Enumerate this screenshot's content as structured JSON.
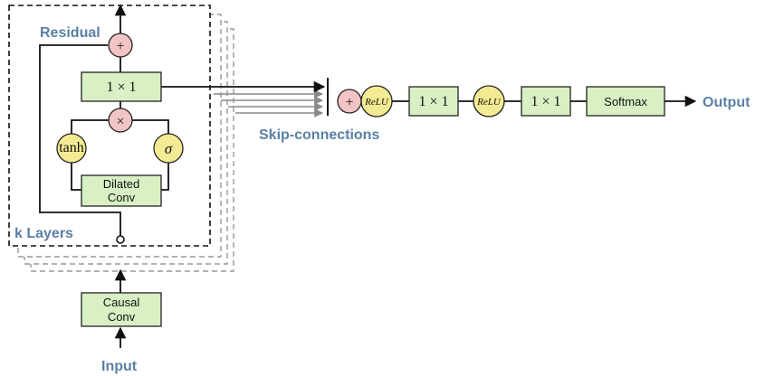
{
  "labels": {
    "residual": "Residual",
    "k_layers": "k Layers",
    "skip_connections": "Skip-connections",
    "output": "Output",
    "input": "Input"
  },
  "blocks": {
    "conv_1x1_layer": "1 × 1",
    "dilated_conv_line1": "Dilated",
    "dilated_conv_line2": "Conv",
    "causal_conv_line1": "Causal",
    "causal_conv_line2": "Conv",
    "conv_1x1_a": "1 × 1",
    "conv_1x1_b": "1 × 1",
    "softmax": "Softmax"
  },
  "operators": {
    "add_residual": "+",
    "multiply": "×",
    "add_skip": "+",
    "tanh": "tanh",
    "sigma": "σ",
    "relu_1": "ReLU",
    "relu_2": "ReLU"
  },
  "colors": {
    "label_blue": "#5b7fa6",
    "box_green": "#d8f0c4",
    "circle_yellow": "#f3eb93",
    "circle_pink": "#f3c4c4"
  }
}
